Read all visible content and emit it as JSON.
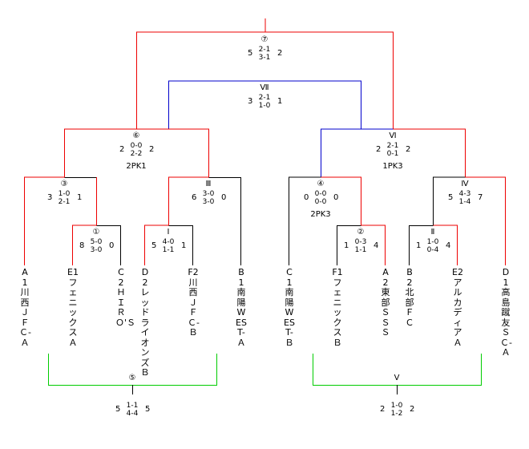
{
  "teams": [
    {
      "code": "A1",
      "name": "川西ＪＦＣ-Ａ"
    },
    {
      "code": "E1",
      "name": "フェニックスＡ"
    },
    {
      "code": "C2",
      "name": "ＨＩＲＯ'Ｓ"
    },
    {
      "code": "D2",
      "name": "レッドライオンズＢ"
    },
    {
      "code": "F2",
      "name": "川西ＪＦＣ-Ｂ"
    },
    {
      "code": "B1",
      "name": "南陽WEST-Ａ"
    },
    {
      "code": "C1",
      "name": "南陽WEST-Ｂ"
    },
    {
      "code": "F1",
      "name": "フェニックスＢ"
    },
    {
      "code": "A2",
      "name": "東部ＳＳＳ"
    },
    {
      "code": "B2",
      "name": "北部ＦＣ"
    },
    {
      "code": "E2",
      "name": "アルカディアＡ"
    },
    {
      "code": "D1",
      "name": "高島蹴友ＳＣ-Ａ"
    }
  ],
  "matches": {
    "m1": {
      "label": "①",
      "left": "8",
      "right": "0",
      "h1": "5-0",
      "h2": "3-0",
      "pk": ""
    },
    "mI": {
      "label": "Ⅰ",
      "left": "5",
      "right": "1",
      "h1": "4-0",
      "h2": "1-1",
      "pk": ""
    },
    "m2": {
      "label": "②",
      "left": "1",
      "right": "4",
      "h1": "0-3",
      "h2": "1-1",
      "pk": ""
    },
    "mII": {
      "label": "Ⅱ",
      "left": "1",
      "right": "4",
      "h1": "1-0",
      "h2": "0-4",
      "pk": ""
    },
    "m3": {
      "label": "③",
      "left": "3",
      "right": "1",
      "h1": "1-0",
      "h2": "2-1",
      "pk": ""
    },
    "mIII": {
      "label": "Ⅲ",
      "left": "6",
      "right": "0",
      "h1": "3-0",
      "h2": "3-0",
      "pk": ""
    },
    "m4": {
      "label": "④",
      "left": "0",
      "right": "0",
      "h1": "0-0",
      "h2": "0-0",
      "pk": "2PK3"
    },
    "mIV": {
      "label": "Ⅳ",
      "left": "5",
      "right": "7",
      "h1": "4-3",
      "h2": "1-4",
      "pk": ""
    },
    "m6": {
      "label": "⑥",
      "left": "2",
      "right": "2",
      "h1": "0-0",
      "h2": "2-2",
      "pk": "2PK1"
    },
    "mVI": {
      "label": "Ⅵ",
      "left": "2",
      "right": "2",
      "h1": "2-1",
      "h2": "0-1",
      "pk": "1PK3"
    },
    "mVII": {
      "label": "Ⅶ",
      "left": "3",
      "right": "1",
      "h1": "2-1",
      "h2": "1-0",
      "pk": ""
    },
    "m7": {
      "label": "⑦",
      "left": "5",
      "right": "2",
      "h1": "2-1",
      "h2": "3-1",
      "pk": ""
    },
    "m5": {
      "label": "⑤",
      "left": "5",
      "right": "5",
      "h1": "1-1",
      "h2": "4-4",
      "pk": ""
    },
    "mV": {
      "label": "Ⅴ",
      "left": "2",
      "right": "2",
      "h1": "1-0",
      "h2": "1-2",
      "pk": ""
    }
  },
  "colors": {
    "win": "#ee0000",
    "lose": "#000000",
    "semi": "#0000cc",
    "third": "#00cc00"
  }
}
